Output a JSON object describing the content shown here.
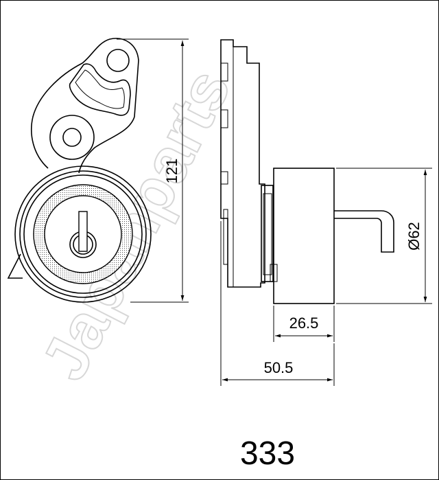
{
  "watermark": "Japanparts",
  "dimensions": {
    "height": "121",
    "diameter": "Ø62",
    "width_inner": "26.5",
    "width_total": "50.5"
  },
  "part_number": "333",
  "colors": {
    "line": "#000000",
    "watermark_stroke": "#d7d7d7",
    "background": "#ffffff"
  }
}
